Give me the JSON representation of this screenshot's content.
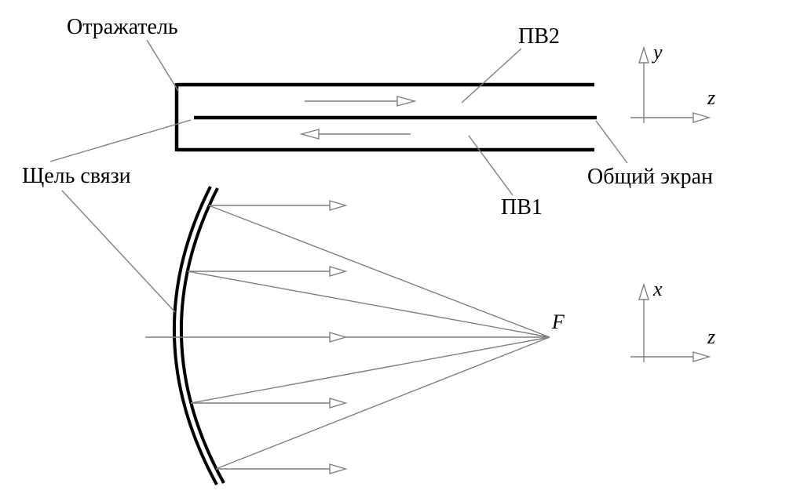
{
  "labels": {
    "reflector": "Отражатель",
    "waveguide2": "ПВ2",
    "coupling_slot": "Щель связи",
    "common_screen": "Общий экран",
    "waveguide1": "ПВ1",
    "focal_point": "F"
  },
  "axes": {
    "top": {
      "vertical_label": "y",
      "horizontal_label": "z"
    },
    "bottom": {
      "vertical_label": "x",
      "horizontal_label": "z"
    }
  },
  "colors": {
    "structure_lines": "#000000",
    "annotation_lines": "#7f7f7f",
    "text": "#000000",
    "background": "#ffffff"
  }
}
